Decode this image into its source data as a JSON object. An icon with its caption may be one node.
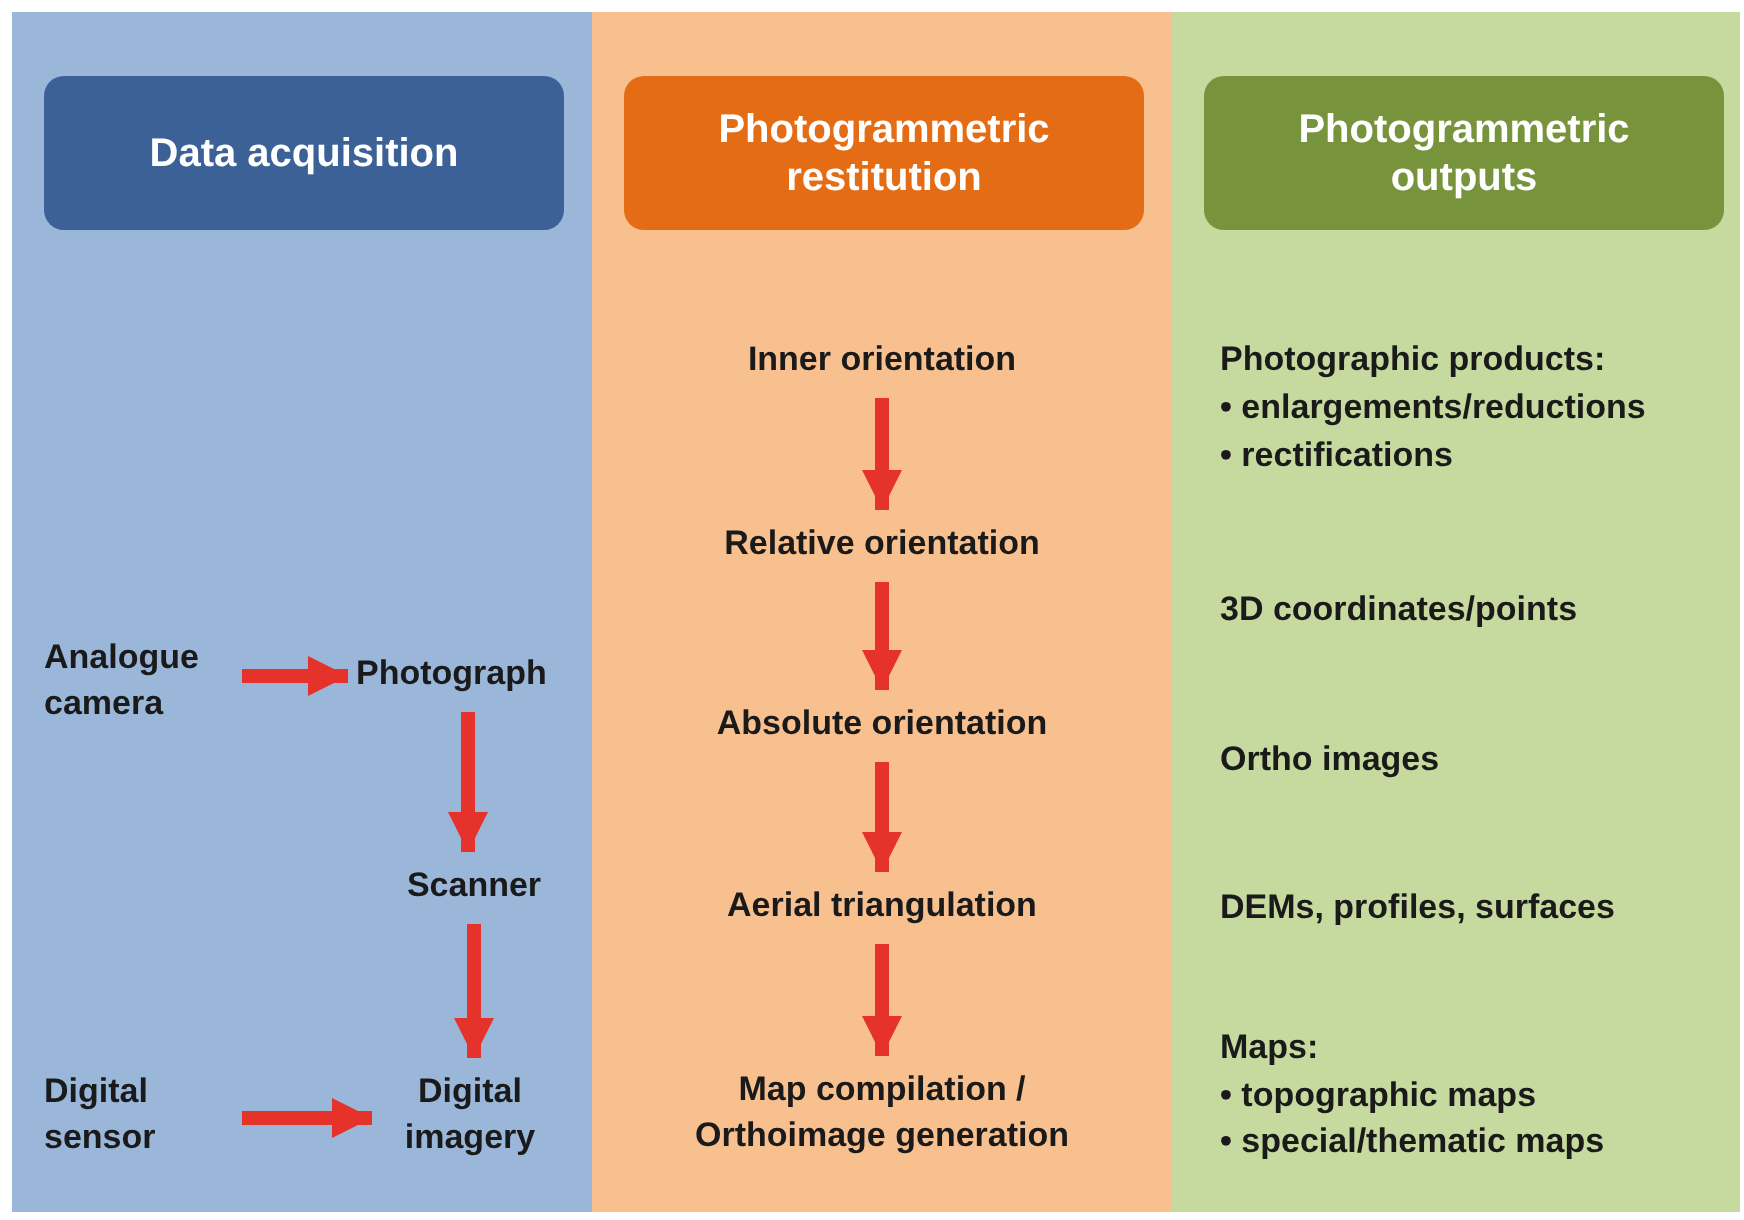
{
  "diagram": {
    "nodes": [
      {
        "text": [],
        "shape": "band"
      },
      {
        "text": [
          "Data acquisition"
        ],
        "in": 0
      },
      {
        "text": [
          "Analogue camera"
        ],
        "in": 0
      },
      {
        "text": [
          "Photograph"
        ],
        "in": 0
      },
      {
        "text": [
          "Scanner"
        ],
        "in": 0
      },
      {
        "text": [
          "Digital sensor"
        ],
        "in": 0
      },
      {
        "text": [
          "Digital imagery"
        ],
        "in": 0
      },
      {
        "text": [],
        "shape": "band"
      },
      {
        "text": [
          "Photogrammetric restitution"
        ],
        "in": 7
      },
      {
        "text": [
          "Inner orientation"
        ],
        "in": 7
      },
      {
        "text": [
          "Relative orientation"
        ],
        "in": 7
      },
      {
        "text": [
          "Absolute orientation"
        ],
        "in": 7
      },
      {
        "text": [
          "Aerial triangulation"
        ],
        "in": 7
      },
      {
        "text": [
          "Map compilation / Orthoimage generation"
        ],
        "in": 7
      },
      {
        "text": [],
        "shape": "band"
      },
      {
        "text": [
          "Photogrammetric outputs"
        ],
        "in": 14
      }
    ],
    "edges": [
      {
        "from": 2,
        "to": 3,
        "arrow": "to"
      },
      {
        "from": 3,
        "to": 4,
        "arrow": "to"
      },
      {
        "from": 4,
        "to": 6,
        "arrow": "to"
      },
      {
        "from": 5,
        "to": 6,
        "arrow": "to"
      },
      {
        "from": 9,
        "to": 10,
        "arrow": "to"
      },
      {
        "from": 10,
        "to": 11,
        "arrow": "to"
      },
      {
        "from": 11,
        "to": 12,
        "arrow": "to"
      },
      {
        "from": 12,
        "to": 13,
        "arrow": "to"
      }
    ],
    "labels": [
      "Photographic products:",
      "• enlargements/reductions",
      "• rectifications",
      "3D coordinates/points",
      "Ortho images",
      "DEMs, profiles, surfaces",
      "Maps:",
      "• topographic maps",
      "• special/thematic maps"
    ]
  }
}
